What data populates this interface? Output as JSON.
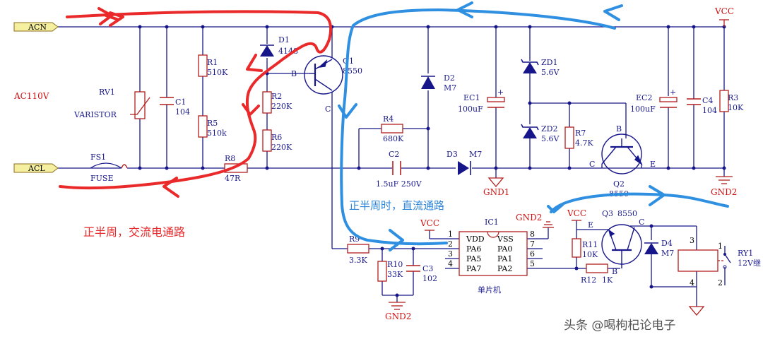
{
  "nets": {
    "acn": "ACN",
    "acl": "ACL",
    "vcc_top": "VCC",
    "vcc_ic": "VCC",
    "vcc_q3": "VCC",
    "gnd1": "GND1",
    "gnd2_right": "GND2",
    "gnd2_ic": "GND2",
    "gnd2_bottom": "GND2"
  },
  "labels": {
    "ac110v": "AC110V"
  },
  "components": {
    "rv1": {
      "ref": "RV1",
      "value": "VARISTOR"
    },
    "c1": {
      "ref": "C1",
      "value": "104"
    },
    "r1": {
      "ref": "R1",
      "value": "510K"
    },
    "r5": {
      "ref": "R5",
      "value": "510k"
    },
    "d1": {
      "ref": "D1",
      "value": "4148"
    },
    "r2": {
      "ref": "R2",
      "value": "220K"
    },
    "r6": {
      "ref": "R6",
      "value": "220K"
    },
    "q1": {
      "ref": "Q1",
      "value": "8550",
      "b": "B",
      "c": "C"
    },
    "r8": {
      "ref": "R8",
      "value": "47R"
    },
    "fs1": {
      "ref": "FS1",
      "value": "FUSE"
    },
    "d2": {
      "ref": "D2",
      "value": "M7"
    },
    "r4": {
      "ref": "R4",
      "value": "680K"
    },
    "c2": {
      "ref": "C2",
      "value": "1.5uF 250V"
    },
    "d3": {
      "ref": "D3",
      "value": "M7"
    },
    "ec1": {
      "ref": "EC1",
      "value": "100uF"
    },
    "zd1": {
      "ref": "ZD1",
      "value": "5.6V"
    },
    "zd2": {
      "ref": "ZD2",
      "value": "5.6V"
    },
    "r7": {
      "ref": "R7",
      "value": "4.7K"
    },
    "q2": {
      "ref": "Q2",
      "value": "8550",
      "b": "B",
      "c": "C",
      "e": "E"
    },
    "ec2": {
      "ref": "EC2",
      "value": "100uF"
    },
    "c4": {
      "ref": "C4",
      "value": "104"
    },
    "r3": {
      "ref": "R3",
      "value": "10K"
    },
    "r9": {
      "ref": "R9",
      "value": "3.3K"
    },
    "r10": {
      "ref": "R10",
      "value": "33K"
    },
    "c3": {
      "ref": "C3",
      "value": "102"
    },
    "ic1": {
      "ref": "IC1",
      "name": "单片机",
      "left_pins": [
        {
          "num": "1",
          "name": "VDD"
        },
        {
          "num": "2",
          "name": "PA6"
        },
        {
          "num": "3",
          "name": "PA5"
        },
        {
          "num": "4",
          "name": "PA7"
        }
      ],
      "right_pins": [
        {
          "num": "8",
          "name": "VSS"
        },
        {
          "num": "7",
          "name": "PA0"
        },
        {
          "num": "6",
          "name": "PA1"
        },
        {
          "num": "5",
          "name": "PA2"
        }
      ]
    },
    "q3": {
      "ref": "Q3",
      "value": "8550",
      "e": "E",
      "c": "C",
      "b": "B"
    },
    "r11": {
      "ref": "R11",
      "value": "10K"
    },
    "r12": {
      "ref": "R12",
      "value": "1K"
    },
    "d4": {
      "ref": "D4",
      "value": "M7"
    },
    "ry1": {
      "ref": "RY1",
      "value": "12V继",
      "pin1": "1",
      "pin2": "2",
      "pin3": "3",
      "pin4": "4"
    }
  },
  "annotations": {
    "positive_half_ac": "正半周，交流电通路",
    "positive_half_dc": "正半周时，直流通路"
  },
  "watermark": "头条 @喝枸杞论电子",
  "colors": {
    "wire": "#16168a",
    "component": "#b41e1e",
    "ac_path": "#ea2a2a",
    "dc_path": "#2f8fe0",
    "net_fill": "#f5f0a0"
  }
}
